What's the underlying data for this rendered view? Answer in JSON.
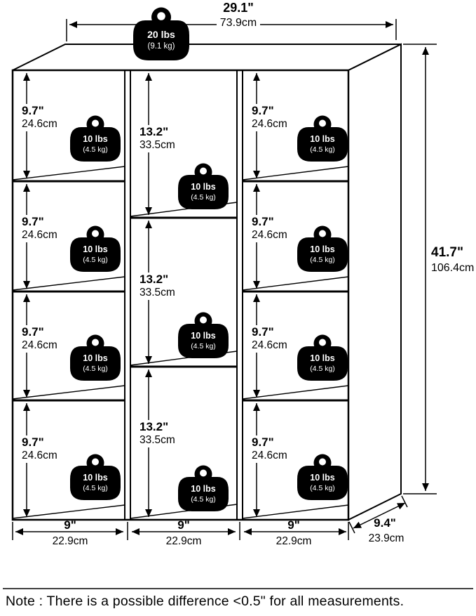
{
  "top_width": {
    "in": "29.1\"",
    "cm": "73.9cm"
  },
  "top_weight": {
    "lbs": "20 lbs",
    "kg": "(9.1 kg)"
  },
  "overall_height": {
    "in": "41.7\"",
    "cm": "106.4cm"
  },
  "depth": {
    "in": "9.4\"",
    "cm": "23.9cm"
  },
  "left_cells": [
    {
      "in": "9.7\"",
      "cm": "24.6cm",
      "weight_lbs": "10 lbs",
      "weight_kg": "(4.5 kg)"
    },
    {
      "in": "9.7\"",
      "cm": "24.6cm",
      "weight_lbs": "10 lbs",
      "weight_kg": "(4.5 kg)"
    },
    {
      "in": "9.7\"",
      "cm": "24.6cm",
      "weight_lbs": "10 lbs",
      "weight_kg": "(4.5 kg)"
    },
    {
      "in": "9.7\"",
      "cm": "24.6cm",
      "weight_lbs": "10 lbs",
      "weight_kg": "(4.5 kg)"
    }
  ],
  "middle_cells": [
    {
      "in": "13.2\"",
      "cm": "33.5cm",
      "weight_lbs": "10 lbs",
      "weight_kg": "(4.5 kg)"
    },
    {
      "in": "13.2\"",
      "cm": "33.5cm",
      "weight_lbs": "10 lbs",
      "weight_kg": "(4.5 kg)"
    },
    {
      "in": "13.2\"",
      "cm": "33.5cm",
      "weight_lbs": "10 lbs",
      "weight_kg": "(4.5 kg)"
    }
  ],
  "right_cells": [
    {
      "in": "9.7\"",
      "cm": "24.6cm",
      "weight_lbs": "10 lbs",
      "weight_kg": "(4.5 kg)"
    },
    {
      "in": "9.7\"",
      "cm": "24.6cm",
      "weight_lbs": "10 lbs",
      "weight_kg": "(4.5 kg)"
    },
    {
      "in": "9.7\"",
      "cm": "24.6cm",
      "weight_lbs": "10 lbs",
      "weight_kg": "(4.5 kg)"
    },
    {
      "in": "9.7\"",
      "cm": "24.6cm",
      "weight_lbs": "10 lbs",
      "weight_kg": "(4.5 kg)"
    }
  ],
  "bottom_widths": [
    {
      "in": "9\"",
      "cm": "22.9cm"
    },
    {
      "in": "9\"",
      "cm": "22.9cm"
    },
    {
      "in": "9\"",
      "cm": "22.9cm"
    }
  ],
  "note": "Note : There is a possible difference <0.5\" for all measurements."
}
